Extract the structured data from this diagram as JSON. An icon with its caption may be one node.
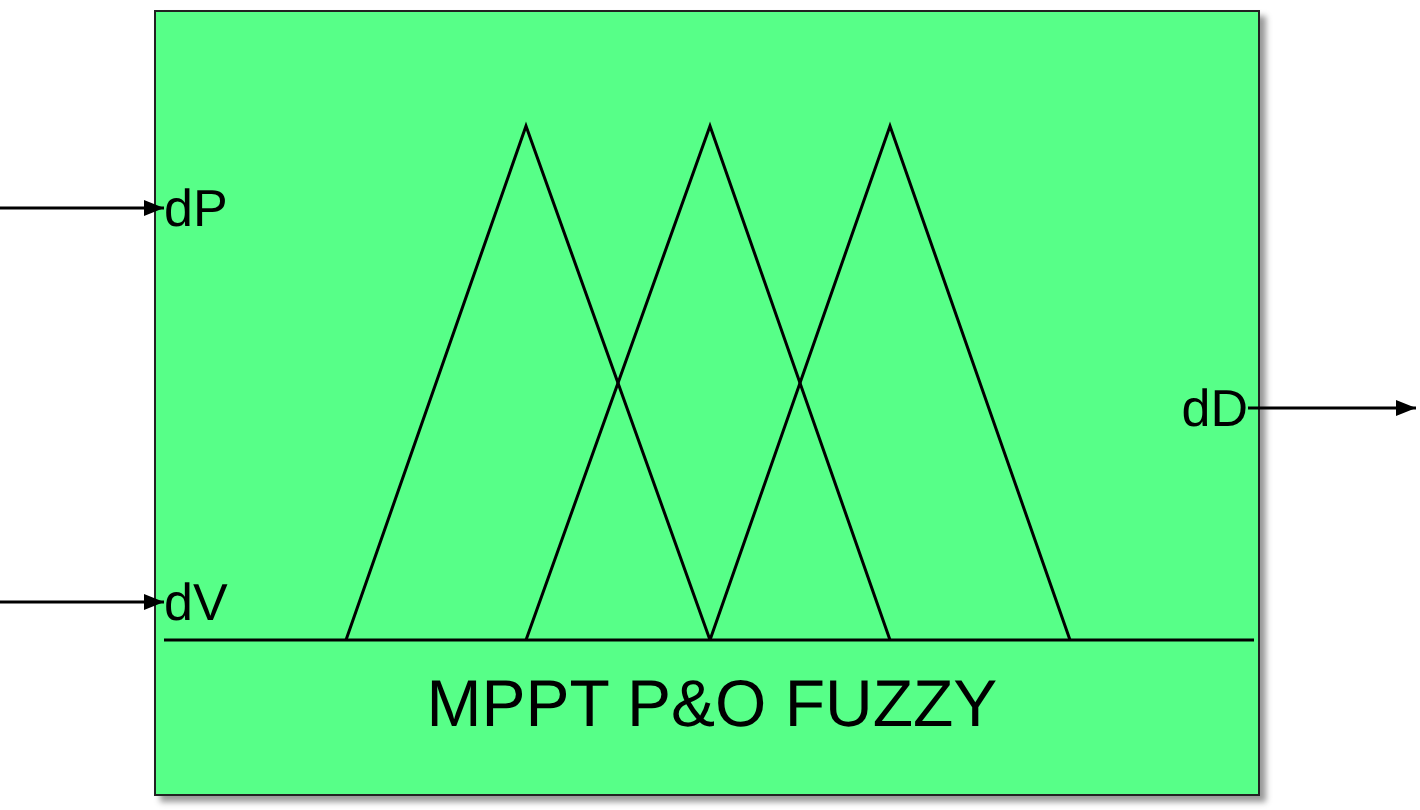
{
  "diagram": {
    "nodes": [
      {
        "text": [
          "MPPT P&O FUZZY"
        ]
      },
      {
        "text": [
          "dP"
        ],
        "in": 0
      },
      {
        "text": [
          "dV"
        ],
        "in": 0
      },
      {
        "text": [
          "dD"
        ],
        "in": 0
      }
    ],
    "edges": [
      {
        "from": null,
        "to": 1,
        "arrow": "to"
      },
      {
        "from": null,
        "to": 2,
        "arrow": "to"
      },
      {
        "from": 3,
        "to": null,
        "arrow": "to"
      }
    ]
  }
}
